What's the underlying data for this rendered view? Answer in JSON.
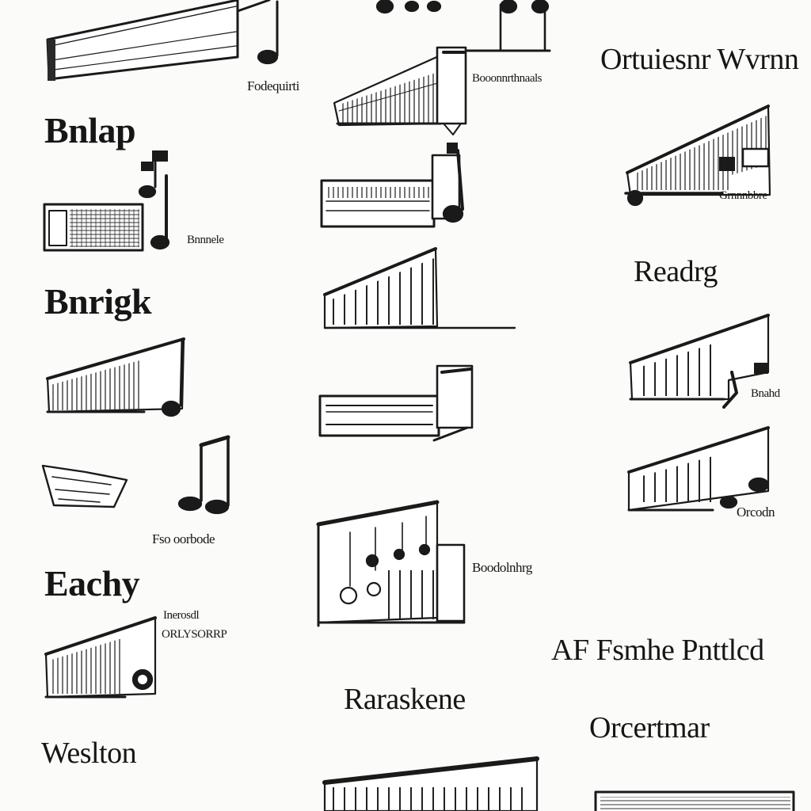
{
  "colors": {
    "ink": "#1a1a1a",
    "paper": "#fbfbfa",
    "shade": "#6e6e6e"
  },
  "labels": {
    "top_right_title": "Ortuiesnr Wvrnn",
    "caption_top_left": "Fodequirti",
    "caption_top_center": "Booonnrthnaals",
    "heading_bnlap": "Bnlap",
    "caption_bnnale": "Bnnnele",
    "caption_right_1": "Grnnnbbre",
    "heading_readrg": "Readrg",
    "heading_bnrigk": "Bnrigk",
    "caption_right_2": "Bnahd",
    "caption_right_3": "Orcodn",
    "caption_left_mid": "Fso oorbode",
    "caption_center_mid": "Boodolnhrg",
    "heading_eachy": "Eachy",
    "caption_small_a": "Inerosdl",
    "caption_small_b": "ORLYSORRP",
    "heading_afsmhe": "AF Fsmhe Pnttlcd",
    "heading_raraskene": "Raraskene",
    "heading_orcertmar": "Orcertmar",
    "heading_weslton": "Weslton"
  },
  "icons": [
    "wedge-panel-icon",
    "music-note-icon",
    "music-notes-pair-icon",
    "piano-case-icon",
    "radio-box-icon",
    "harp-frame-icon",
    "tablet-panel-icon"
  ]
}
